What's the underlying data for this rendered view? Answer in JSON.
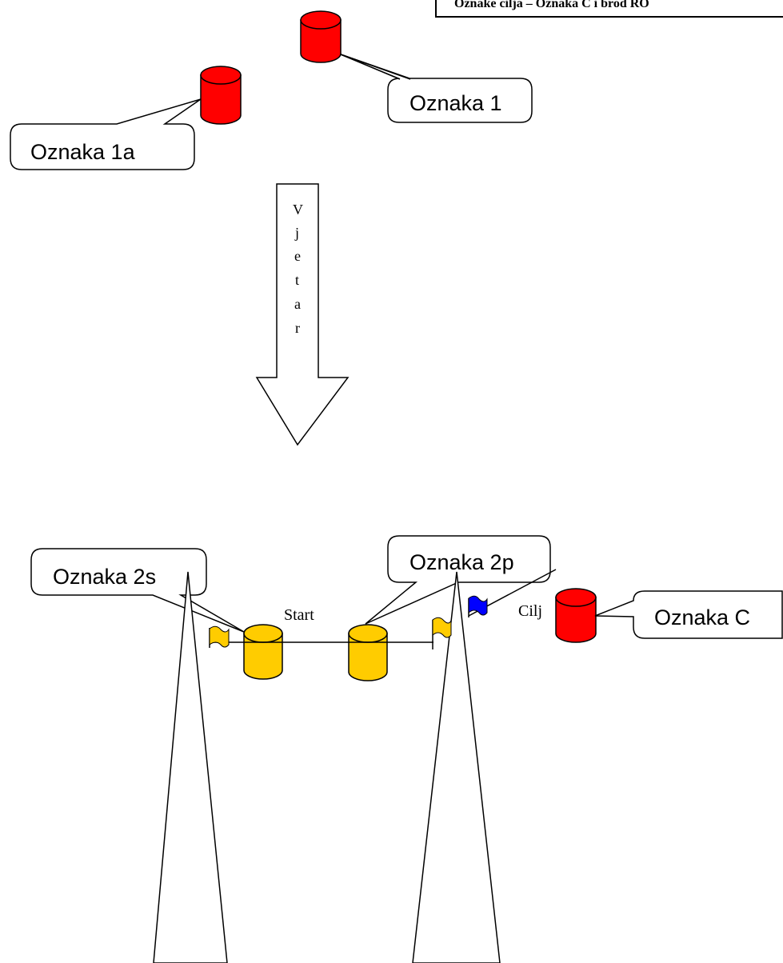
{
  "header": {
    "text": "Oznake cilja – Oznaka C i brod RO"
  },
  "marks": [
    {
      "id": "oznaka-1",
      "label": "Oznaka 1",
      "color": "#ff0000"
    },
    {
      "id": "oznaka-1a",
      "label": "Oznaka 1a",
      "color": "#ff0000"
    },
    {
      "id": "oznaka-2s",
      "label": "Oznaka 2s",
      "color": "#ffcc00"
    },
    {
      "id": "oznaka-2p",
      "label": "Oznaka 2p",
      "color": "#ffcc00"
    },
    {
      "id": "oznaka-c",
      "label": "Oznaka C",
      "color": "#ff0000"
    }
  ],
  "wind": {
    "letters": [
      "V",
      "j",
      "e",
      "t",
      "a",
      "r"
    ]
  },
  "lines": {
    "start_label": "Start",
    "finish_label": "Cilj"
  },
  "colors": {
    "red_mark": "#ff0000",
    "yellow_mark": "#ffcc00",
    "yellow_flag": "#ffcc00",
    "blue_flag": "#0000ff",
    "outline": "#000000"
  }
}
